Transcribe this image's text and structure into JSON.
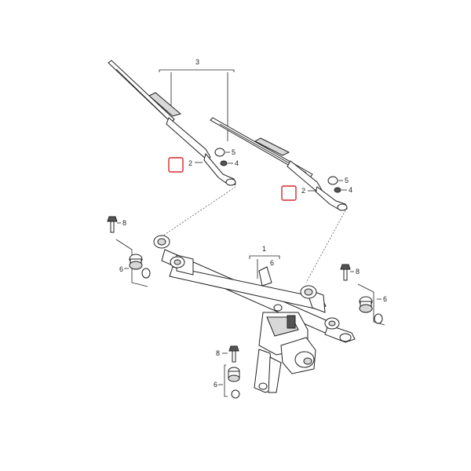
{
  "labels": {
    "p1": "1",
    "p2": "2",
    "p3": "3",
    "p4": "4",
    "p5": "5",
    "p6": "6",
    "p8": "8"
  },
  "colors": {
    "line": "#222222",
    "highlight": "#d9262c",
    "background": "#ffffff"
  }
}
